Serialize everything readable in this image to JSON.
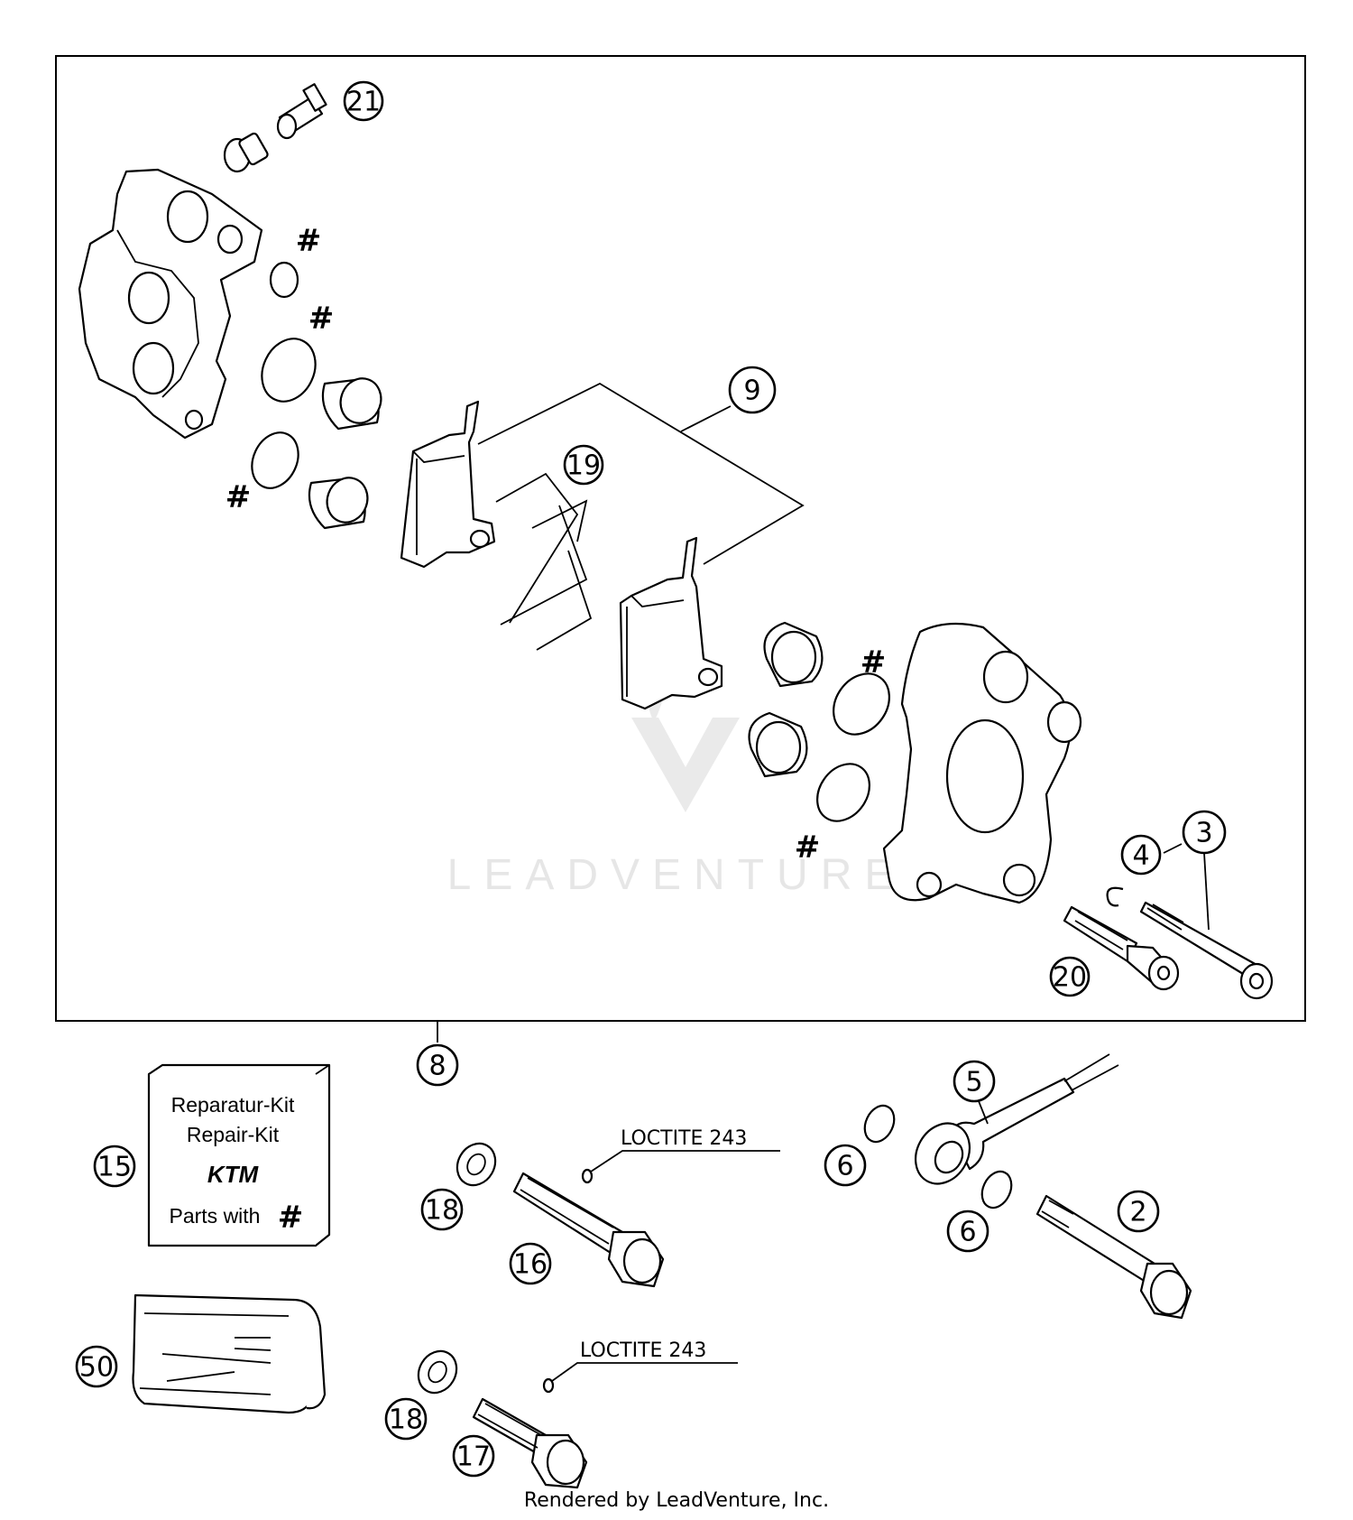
{
  "watermark": {
    "text": "LEADVENTURE"
  },
  "footer": {
    "text": "Rendered by LeadVenture, Inc."
  },
  "labels": {
    "p21": "21",
    "p9": "9",
    "p19": "19",
    "p4": "4",
    "p3": "3",
    "p20": "20",
    "p8": "8",
    "p15": "15",
    "p50": "50",
    "p18a": "18",
    "p16": "16",
    "p18b": "18",
    "p17": "17",
    "p5": "5",
    "p6a": "6",
    "p6b": "6",
    "p2": "2"
  },
  "hash_mark": "#",
  "loctite_1": "LOCTITE 243",
  "loctite_2": "LOCTITE 243",
  "repair_kit": {
    "line1": "Reparatur-Kit",
    "line2": "Repair-Kit",
    "brand": "KTM",
    "line3": "Parts with"
  }
}
